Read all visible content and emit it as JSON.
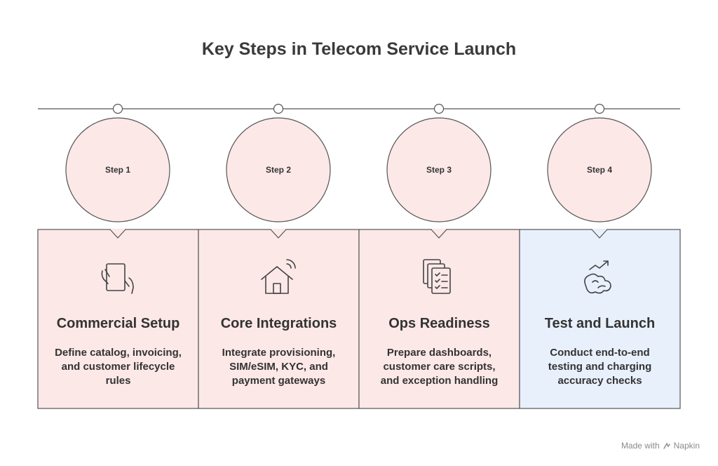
{
  "title": "Key Steps in Telecom Service Launch",
  "colors": {
    "pink": "#fde8e8",
    "blue": "#e8f0fc",
    "stroke": "#555555"
  },
  "steps": [
    {
      "label": "Step 1",
      "title": "Commercial Setup",
      "desc": [
        "Define catalog, invoicing,",
        "and customer lifecycle",
        "rules"
      ],
      "icon": "tablet-hands-icon",
      "color": "pink"
    },
    {
      "label": "Step 2",
      "title": "Core Integrations",
      "desc": [
        "Integrate provisioning,",
        "SIM/eSIM, KYC, and",
        "payment gateways"
      ],
      "icon": "smart-home-icon",
      "color": "pink"
    },
    {
      "label": "Step 3",
      "title": "Ops Readiness",
      "desc": [
        "Prepare dashboards,",
        "customer care scripts,",
        "and exception handling"
      ],
      "icon": "checklist-stack-icon",
      "color": "pink"
    },
    {
      "label": "Step 4",
      "title": "Test and Launch",
      "desc": [
        "Conduct end-to-end",
        "testing and charging",
        "accuracy checks"
      ],
      "icon": "trend-brain-icon",
      "color": "blue"
    }
  ],
  "watermark": {
    "prefix": "Made with",
    "brand": "Napkin"
  }
}
